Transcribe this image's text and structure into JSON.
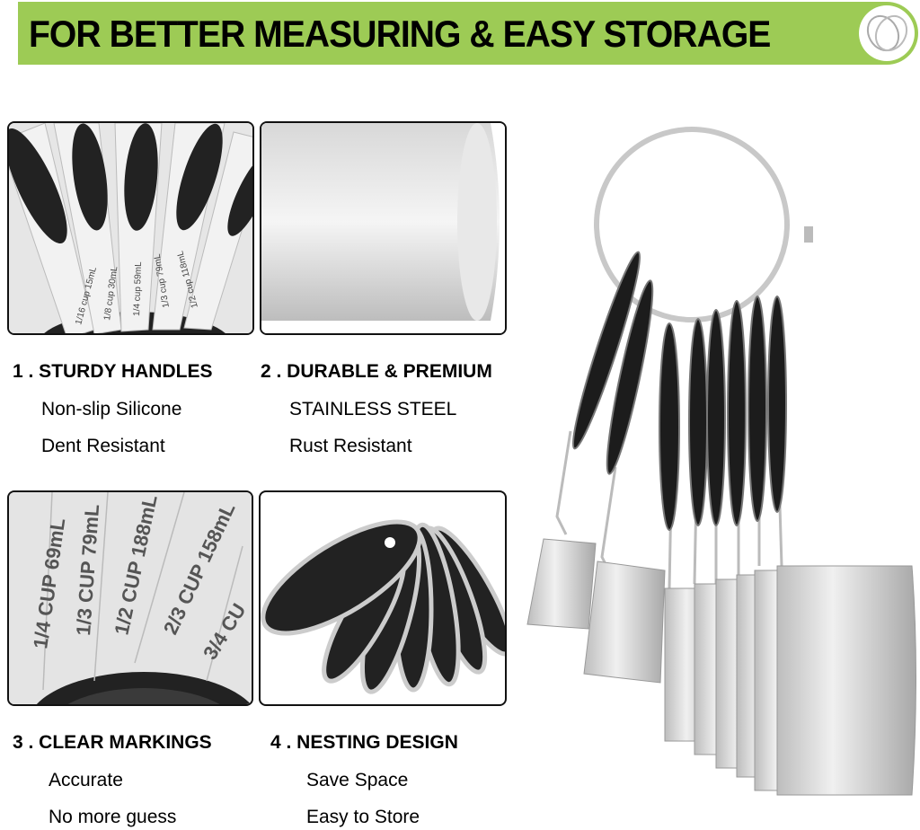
{
  "banner": {
    "title": "FOR BETTER MEASURING & EASY STORAGE",
    "color": "#9dcb55"
  },
  "panels": {
    "handles_labels": [
      "1/16 cup 15mL",
      "1/8 cup 30mL",
      "1/4 cup 59mL",
      "1/3 cup 79mL",
      "1/2 cup 118mL"
    ],
    "markings_labels": [
      "1/4 CUP 69mL",
      "1/3 CUP 79mL",
      "1/2 CUP 188mL",
      "2/3 CUP 158mL",
      "3/4 CU"
    ]
  },
  "features": [
    {
      "heading": "1 . STURDY HANDLES",
      "lines": [
        "Non-slip Silicone",
        "Dent Resistant"
      ]
    },
    {
      "heading": "2 . DURABLE & PREMIUM",
      "lines": [
        "STAINLESS STEEL",
        "Rust Resistant"
      ]
    },
    {
      "heading": "3  . CLEAR MARKINGS",
      "lines": [
        "Accurate",
        "No more guess"
      ]
    },
    {
      "heading": "4  . NESTING DESIGN",
      "lines": [
        "Save Space",
        "Easy to Store"
      ]
    }
  ]
}
